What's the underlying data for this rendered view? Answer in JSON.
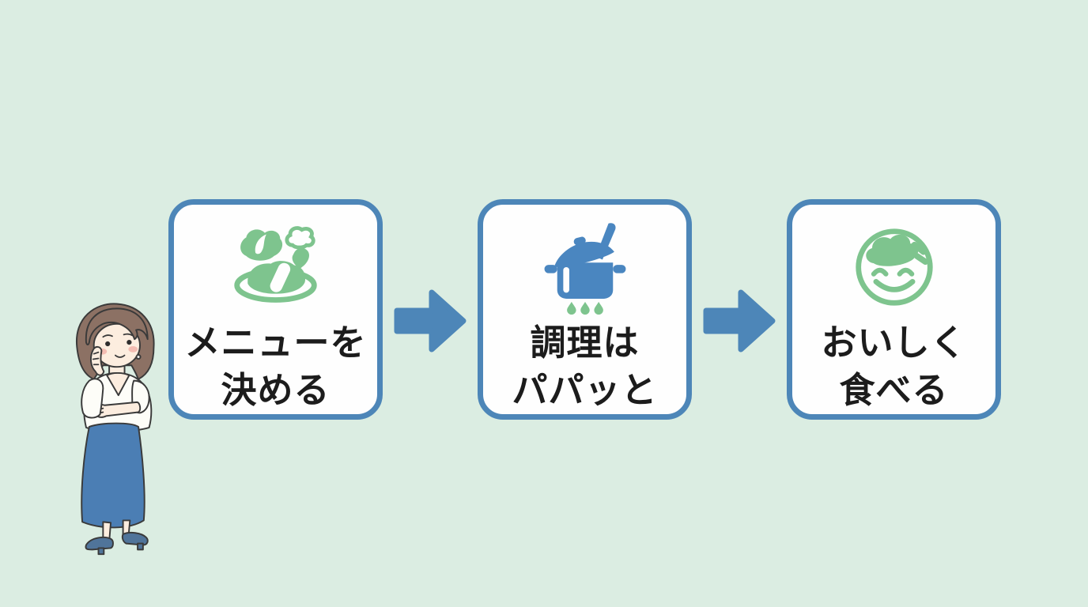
{
  "colors": {
    "background": "#DBEDE2",
    "card_bg": "#FEFEFE",
    "card_border": "#4D86B8",
    "arrow": "#4D86B8",
    "icon_green": "#7EC48E",
    "pot_blue": "#4A86C0",
    "text": "#1C1C1C"
  },
  "flow": {
    "steps": [
      {
        "icon": "salad-plate-icon",
        "label_line1": "メニューを",
        "label_line2": "決める"
      },
      {
        "icon": "cooking-pot-icon",
        "label_line1": "調理は",
        "label_line2": "パパッと"
      },
      {
        "icon": "smiling-face-icon",
        "label_line1": "おいしく",
        "label_line2": "食べる"
      }
    ]
  },
  "illustration": {
    "name": "thinking-woman",
    "description": "Woman with brown bob hair, white top and long blue skirt, hand on cheek in a thinking pose"
  }
}
